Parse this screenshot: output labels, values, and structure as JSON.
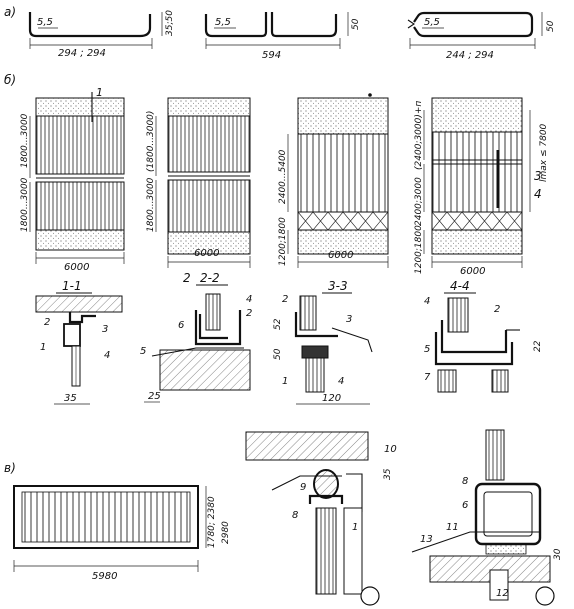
{
  "section_labels": {
    "a": "а)",
    "b": "б)",
    "c": "в)"
  },
  "profiles": [
    {
      "thickness": "5,5",
      "height": "35;50",
      "width": "294 ; 294"
    },
    {
      "thickness": "5,5",
      "height": "50",
      "width": "594"
    },
    {
      "thickness": "5,5",
      "height": "50",
      "width": "244 ; 294"
    }
  ],
  "elevations": [
    {
      "width": "6000",
      "callout": "1",
      "left_dims": [
        "1800...3000",
        "1800...3000"
      ]
    },
    {
      "width": "6000",
      "left_dims": [
        "(1800...3000)",
        "1800...3000"
      ],
      "cut_mark": "2"
    },
    {
      "width": "6000",
      "left_dims": [
        "2400...5400",
        "1200;1800"
      ]
    },
    {
      "width": "6000",
      "left_dims": [
        "(2400;3000)+п",
        "2400;3000",
        "1200;1800"
      ],
      "right_dim": "lmax ≤ 7800",
      "right_labels": [
        "3",
        "4"
      ]
    }
  ],
  "sections": [
    {
      "title": "1-1",
      "labels": [
        "2",
        "3",
        "1",
        "4"
      ],
      "dim": "35"
    },
    {
      "title": "2-2",
      "labels": [
        "6",
        "4",
        "2",
        "5"
      ],
      "dim": "25"
    },
    {
      "title": "3-3",
      "labels": [
        "2",
        "3",
        "1",
        "4"
      ],
      "dims": [
        "52",
        "50",
        "120"
      ]
    },
    {
      "title": "4-4",
      "labels": [
        "4",
        "2",
        "5",
        "7"
      ],
      "dim": "22"
    }
  ],
  "panel_v": {
    "width": "5980",
    "height_dims": [
      "1780; 2380",
      "2980"
    ]
  },
  "detail_v1": {
    "labels": [
      "10",
      "9",
      "8",
      "1"
    ],
    "dim": "35"
  },
  "detail_v2": {
    "labels": [
      "8",
      "6",
      "11",
      "13",
      "12"
    ],
    "dim": "30"
  }
}
